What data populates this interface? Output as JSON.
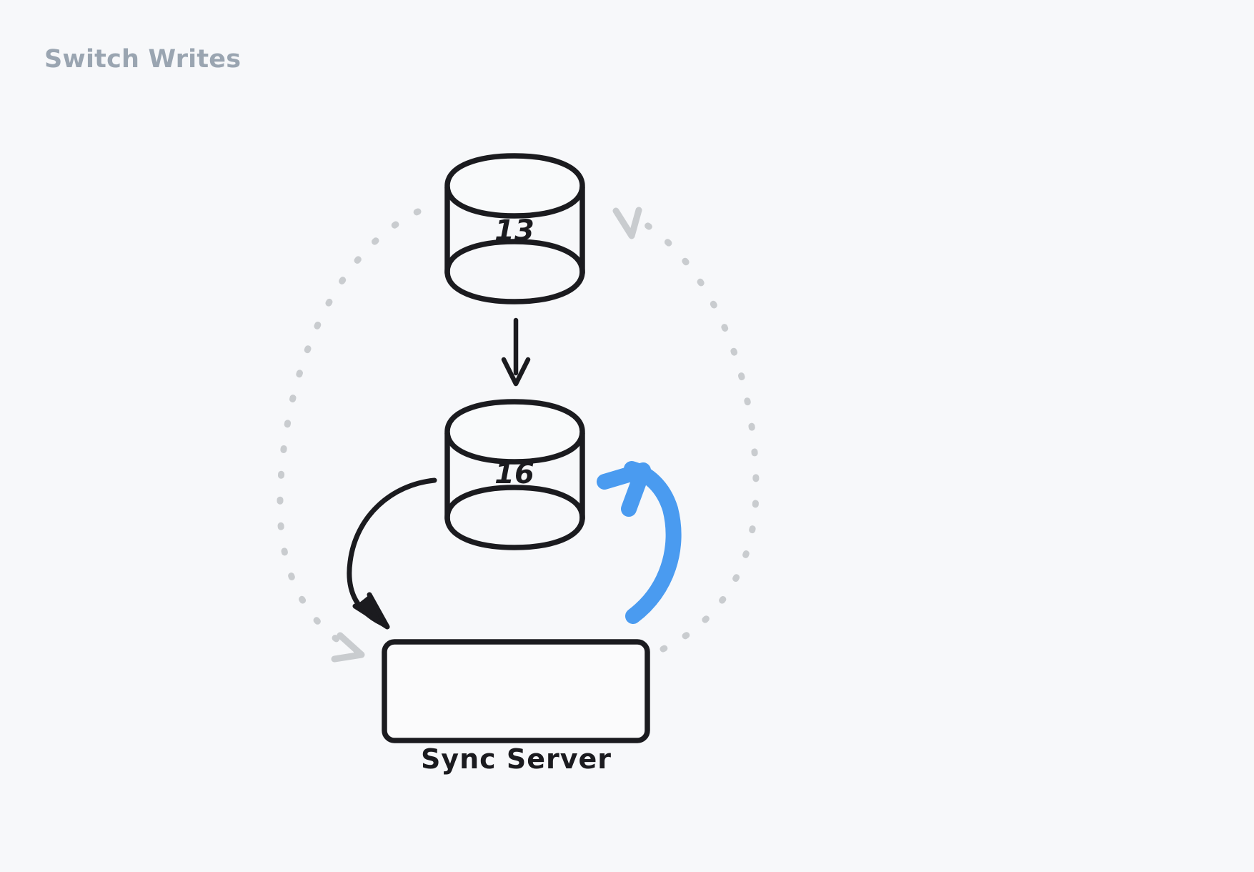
{
  "title": "Switch Writes",
  "background_color": "#f7f8fa",
  "title_color": "#9aa5b1",
  "stroke_color": "#1b1b1f",
  "accent_color": "#4a9bf0",
  "muted_color": "#c9cccf",
  "nodes": [
    {
      "id": "db-top",
      "type": "cylinder",
      "label": "13"
    },
    {
      "id": "db-mid",
      "type": "cylinder",
      "label": "16"
    },
    {
      "id": "sync-server",
      "type": "box",
      "label": "Sync Server"
    }
  ],
  "edges": [
    {
      "id": "replication",
      "from": "db-top",
      "to": "db-mid",
      "style": "solid",
      "color": "#1b1b1f"
    },
    {
      "id": "old-write-path",
      "from": "db-mid",
      "to": "sync-server",
      "style": "solid",
      "color": "#1b1b1f"
    },
    {
      "id": "new-write-path",
      "from": "sync-server",
      "to": "db-mid",
      "style": "solid",
      "color": "#4a9bf0"
    },
    {
      "id": "dashed-left",
      "from": "db-top",
      "to": "sync-server",
      "style": "dashed",
      "color": "#c9cccf"
    },
    {
      "id": "dashed-right",
      "from": "sync-server",
      "to": "db-top",
      "style": "dashed",
      "color": "#c9cccf"
    }
  ]
}
